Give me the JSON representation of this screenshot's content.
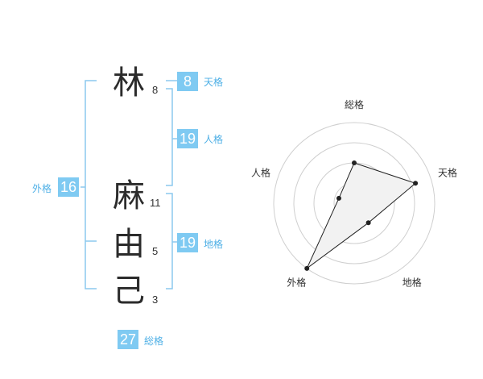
{
  "name": {
    "chars": [
      {
        "char": "林",
        "strokes": "8"
      },
      {
        "char": "麻",
        "strokes": "11"
      },
      {
        "char": "由",
        "strokes": "5"
      },
      {
        "char": "己",
        "strokes": "3"
      }
    ]
  },
  "kakusu": {
    "tenkaku": {
      "label": "天格",
      "value": "8"
    },
    "jinkaku": {
      "label": "人格",
      "value": "19"
    },
    "chikaku": {
      "label": "地格",
      "value": "19"
    },
    "gaikaku": {
      "label": "外格",
      "value": "16"
    },
    "soukaku": {
      "label": "総格",
      "value": "27"
    }
  },
  "colors": {
    "accent": "#7fcaf2",
    "accent_text": "#4fb0e6",
    "bracket": "#8cc8ee"
  },
  "chart_data": {
    "type": "radar",
    "axes": [
      "総格",
      "天格",
      "地格",
      "外格",
      "人格"
    ],
    "values": [
      0.5,
      0.8,
      0.3,
      1.0,
      0.2
    ],
    "rings": 4
  }
}
